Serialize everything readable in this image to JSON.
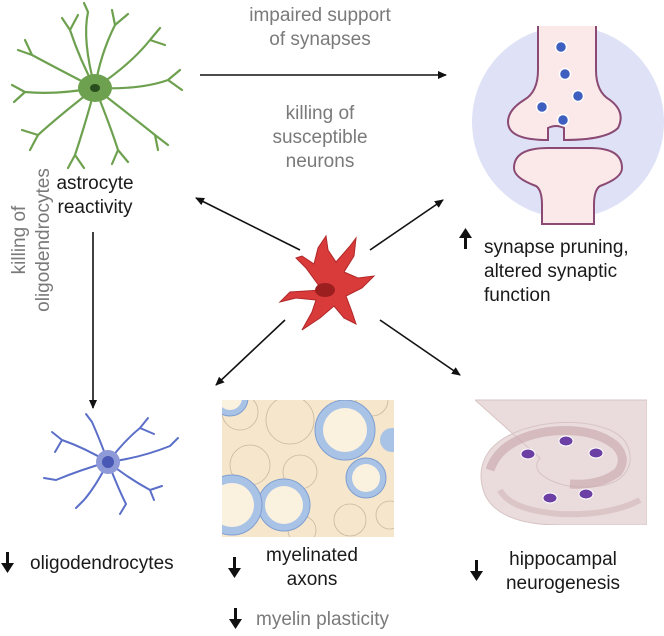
{
  "labels": {
    "impaired_support": [
      "impaired support",
      "of synapses"
    ],
    "killing_neurons": [
      "killing of",
      "susceptible",
      "neurons"
    ],
    "astrocyte": [
      "astrocyte",
      "reactivity"
    ],
    "killing_oligo": [
      "killing of",
      "oligodendrocytes"
    ],
    "synapse": [
      "synapse pruning,",
      "altered synaptic",
      "function"
    ],
    "oligodendrocytes": "oligodendrocytes",
    "myelinated": [
      "myelinated",
      "axons"
    ],
    "myelin_plasticity": "myelin plasticity",
    "hippocampal": [
      "hippocampal",
      "neurogenesis"
    ]
  },
  "colors": {
    "astrocyte": "#6ea14f",
    "astrocyte_dark": "#3d6e2a",
    "microglia": "#d93a3a",
    "oligodendrocyte": "#5b6fc9",
    "synapse_bg": "#dfe2f7",
    "synapse_outline": "#8a4a74",
    "synapse_fill": "#fbe9ea",
    "vesicle": "#3f5fc0",
    "myelin_outer": "#a9c3e6",
    "axon": "#f6e6cc",
    "neuron_cell": "#7044a6",
    "hippocampus": "#efe3e3",
    "arrow": "#111111"
  },
  "icons": [
    "astrocyte-icon",
    "microglia-icon",
    "oligodendrocyte-icon",
    "synapse-icon",
    "myelinated-axons-icon",
    "hippocampus-icon",
    "down-arrow-icon",
    "up-arrow-icon"
  ]
}
